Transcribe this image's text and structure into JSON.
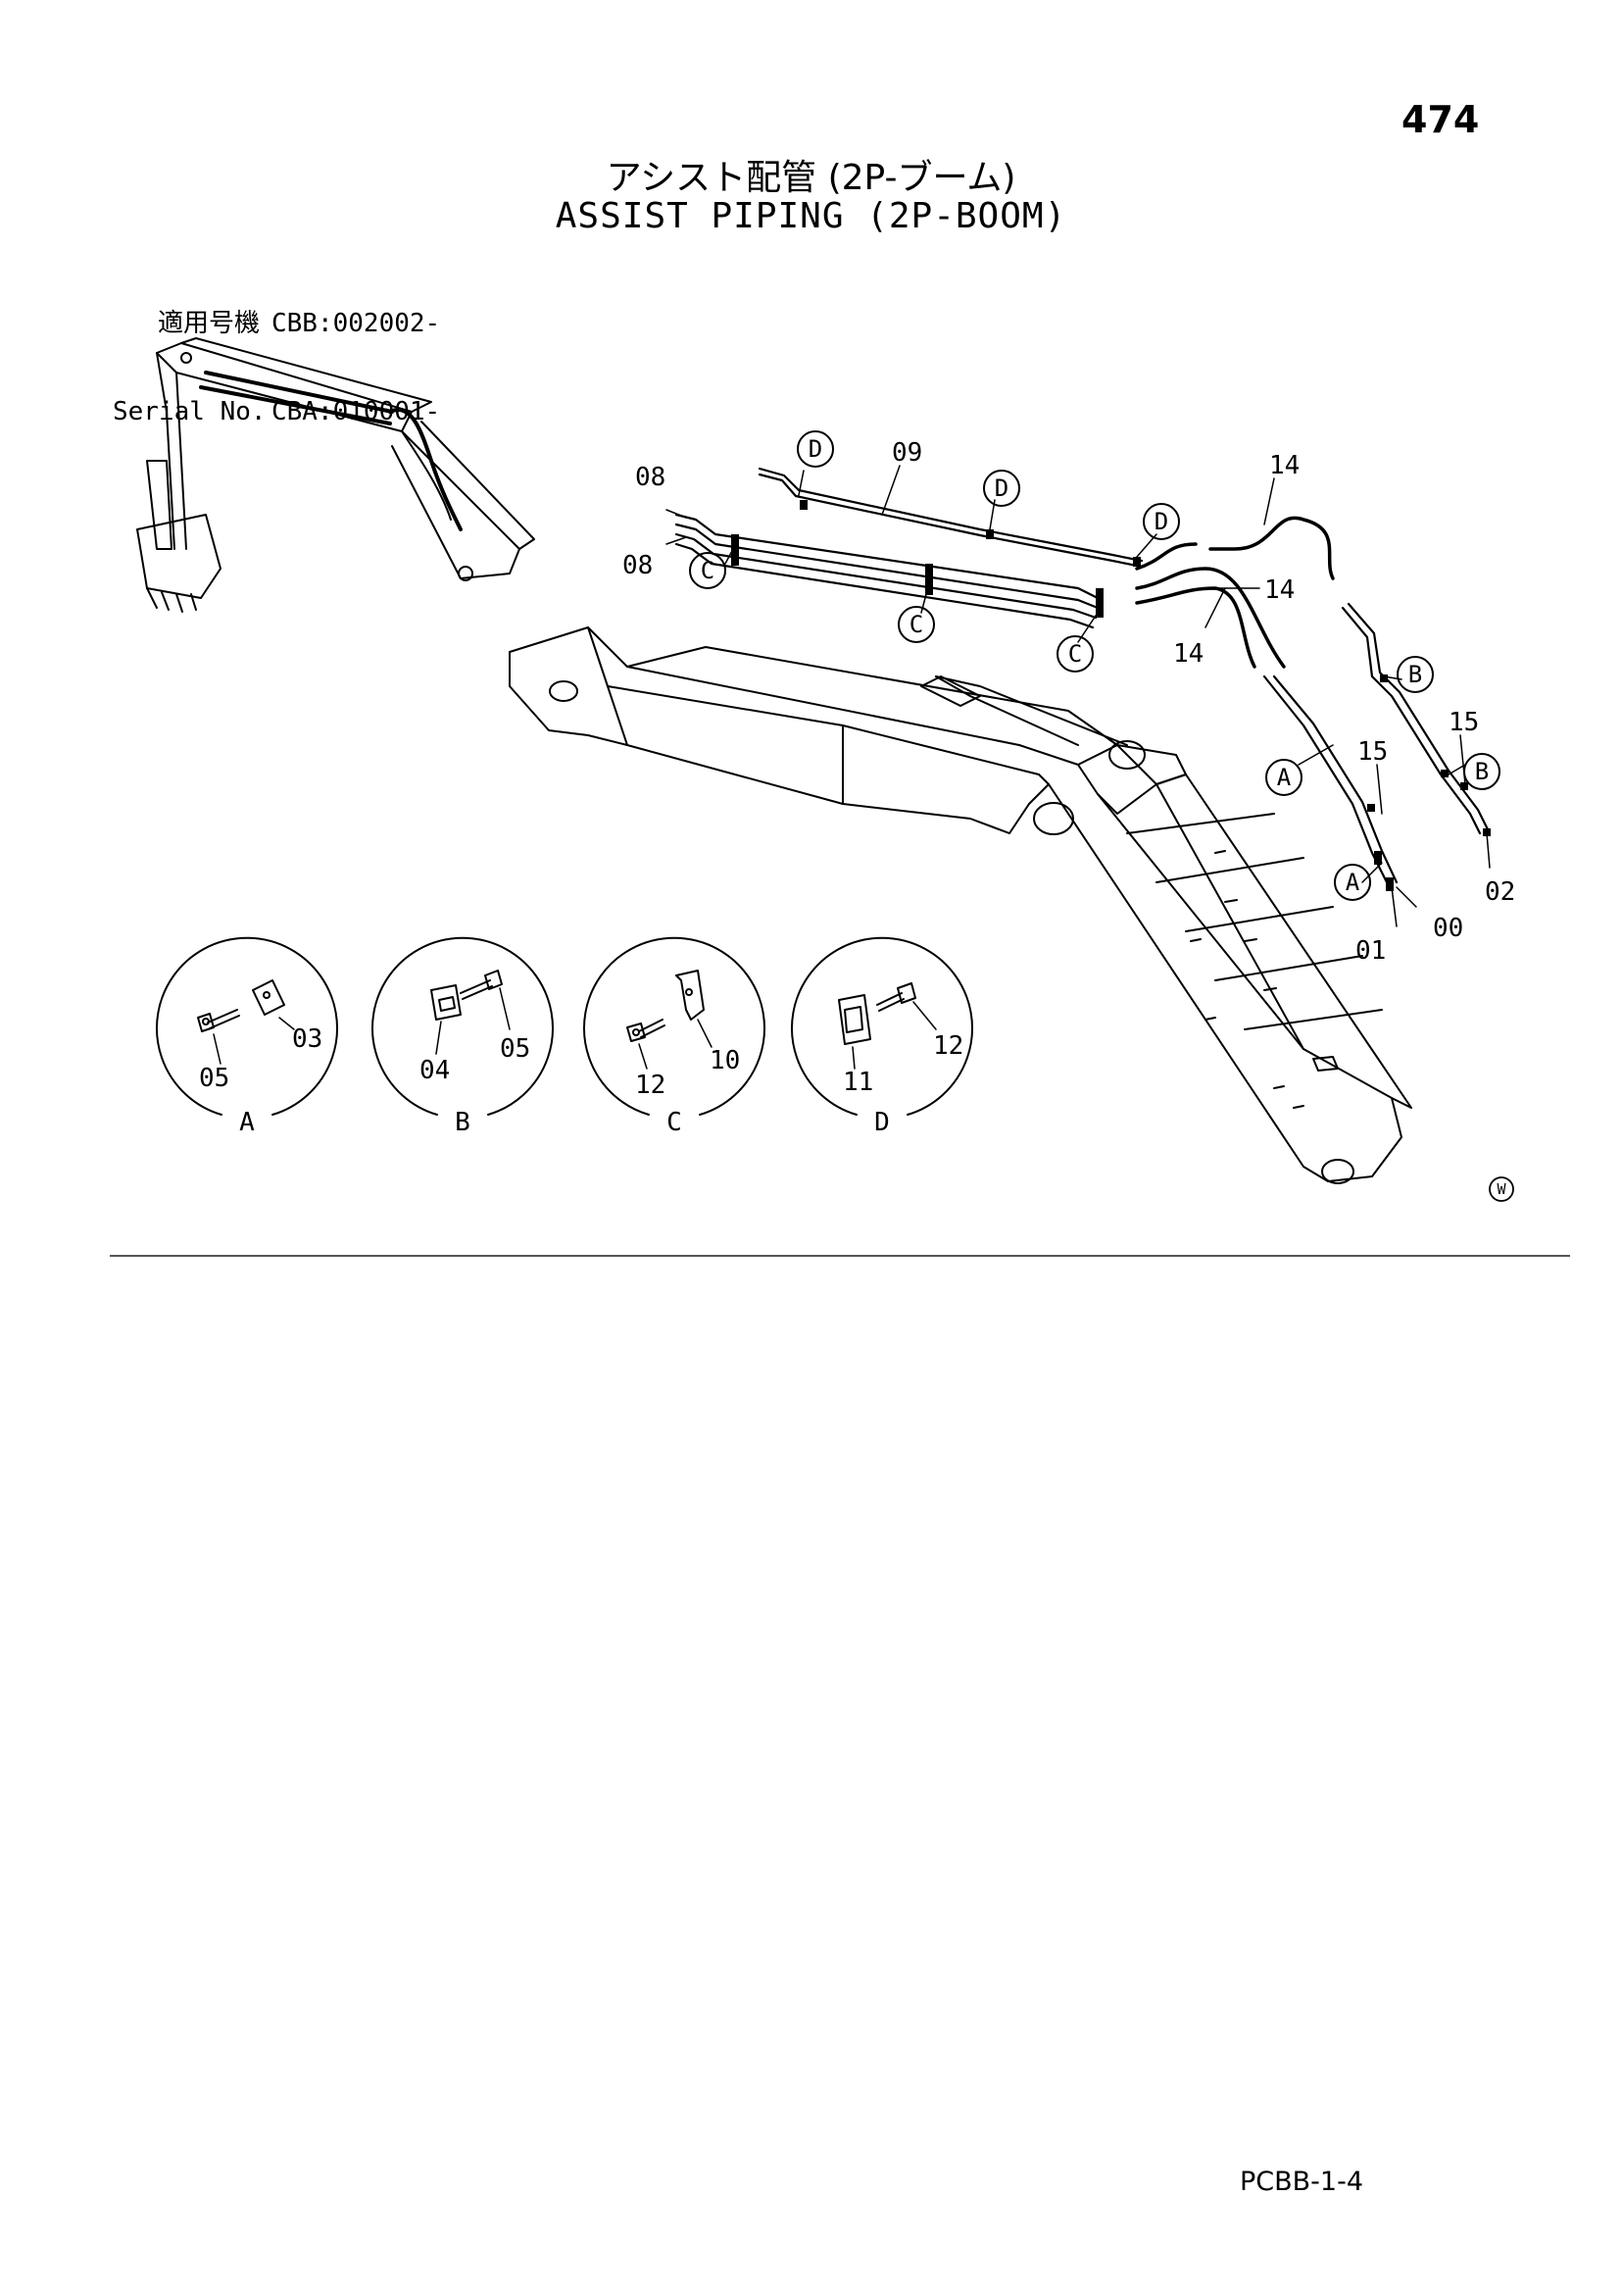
{
  "page_number": "474",
  "title_jp": "アシスト配管 (2P-ブーム)",
  "title_en": "ASSIST PIPING (2P-BOOM)",
  "serial": [
    {
      "label": "適用号機",
      "value": "CBB:002002-"
    },
    {
      "label": "Serial No.",
      "value": "CBA:010001-"
    }
  ],
  "part_labels": {
    "p08a": "08",
    "p08b": "08",
    "p09": "09",
    "p14a": "14",
    "p14b": "14",
    "p14c": "14",
    "p15a": "15",
    "p15b": "15",
    "p00": "00",
    "p01": "01",
    "p02": "02"
  },
  "callouts": {
    "d1": "D",
    "d2": "D",
    "d3": "D",
    "c1": "C",
    "c2": "C",
    "c3": "C",
    "a1": "A",
    "a2": "A",
    "b1": "B",
    "b2": "B"
  },
  "details": [
    {
      "letter": "A",
      "parts": [
        "05",
        "03"
      ]
    },
    {
      "letter": "B",
      "parts": [
        "04",
        "05"
      ]
    },
    {
      "letter": "C",
      "parts": [
        "12",
        "10"
      ]
    },
    {
      "letter": "D",
      "parts": [
        "11",
        "12"
      ]
    }
  ],
  "symbol": "W",
  "doc_code": "PCBB-1-4"
}
